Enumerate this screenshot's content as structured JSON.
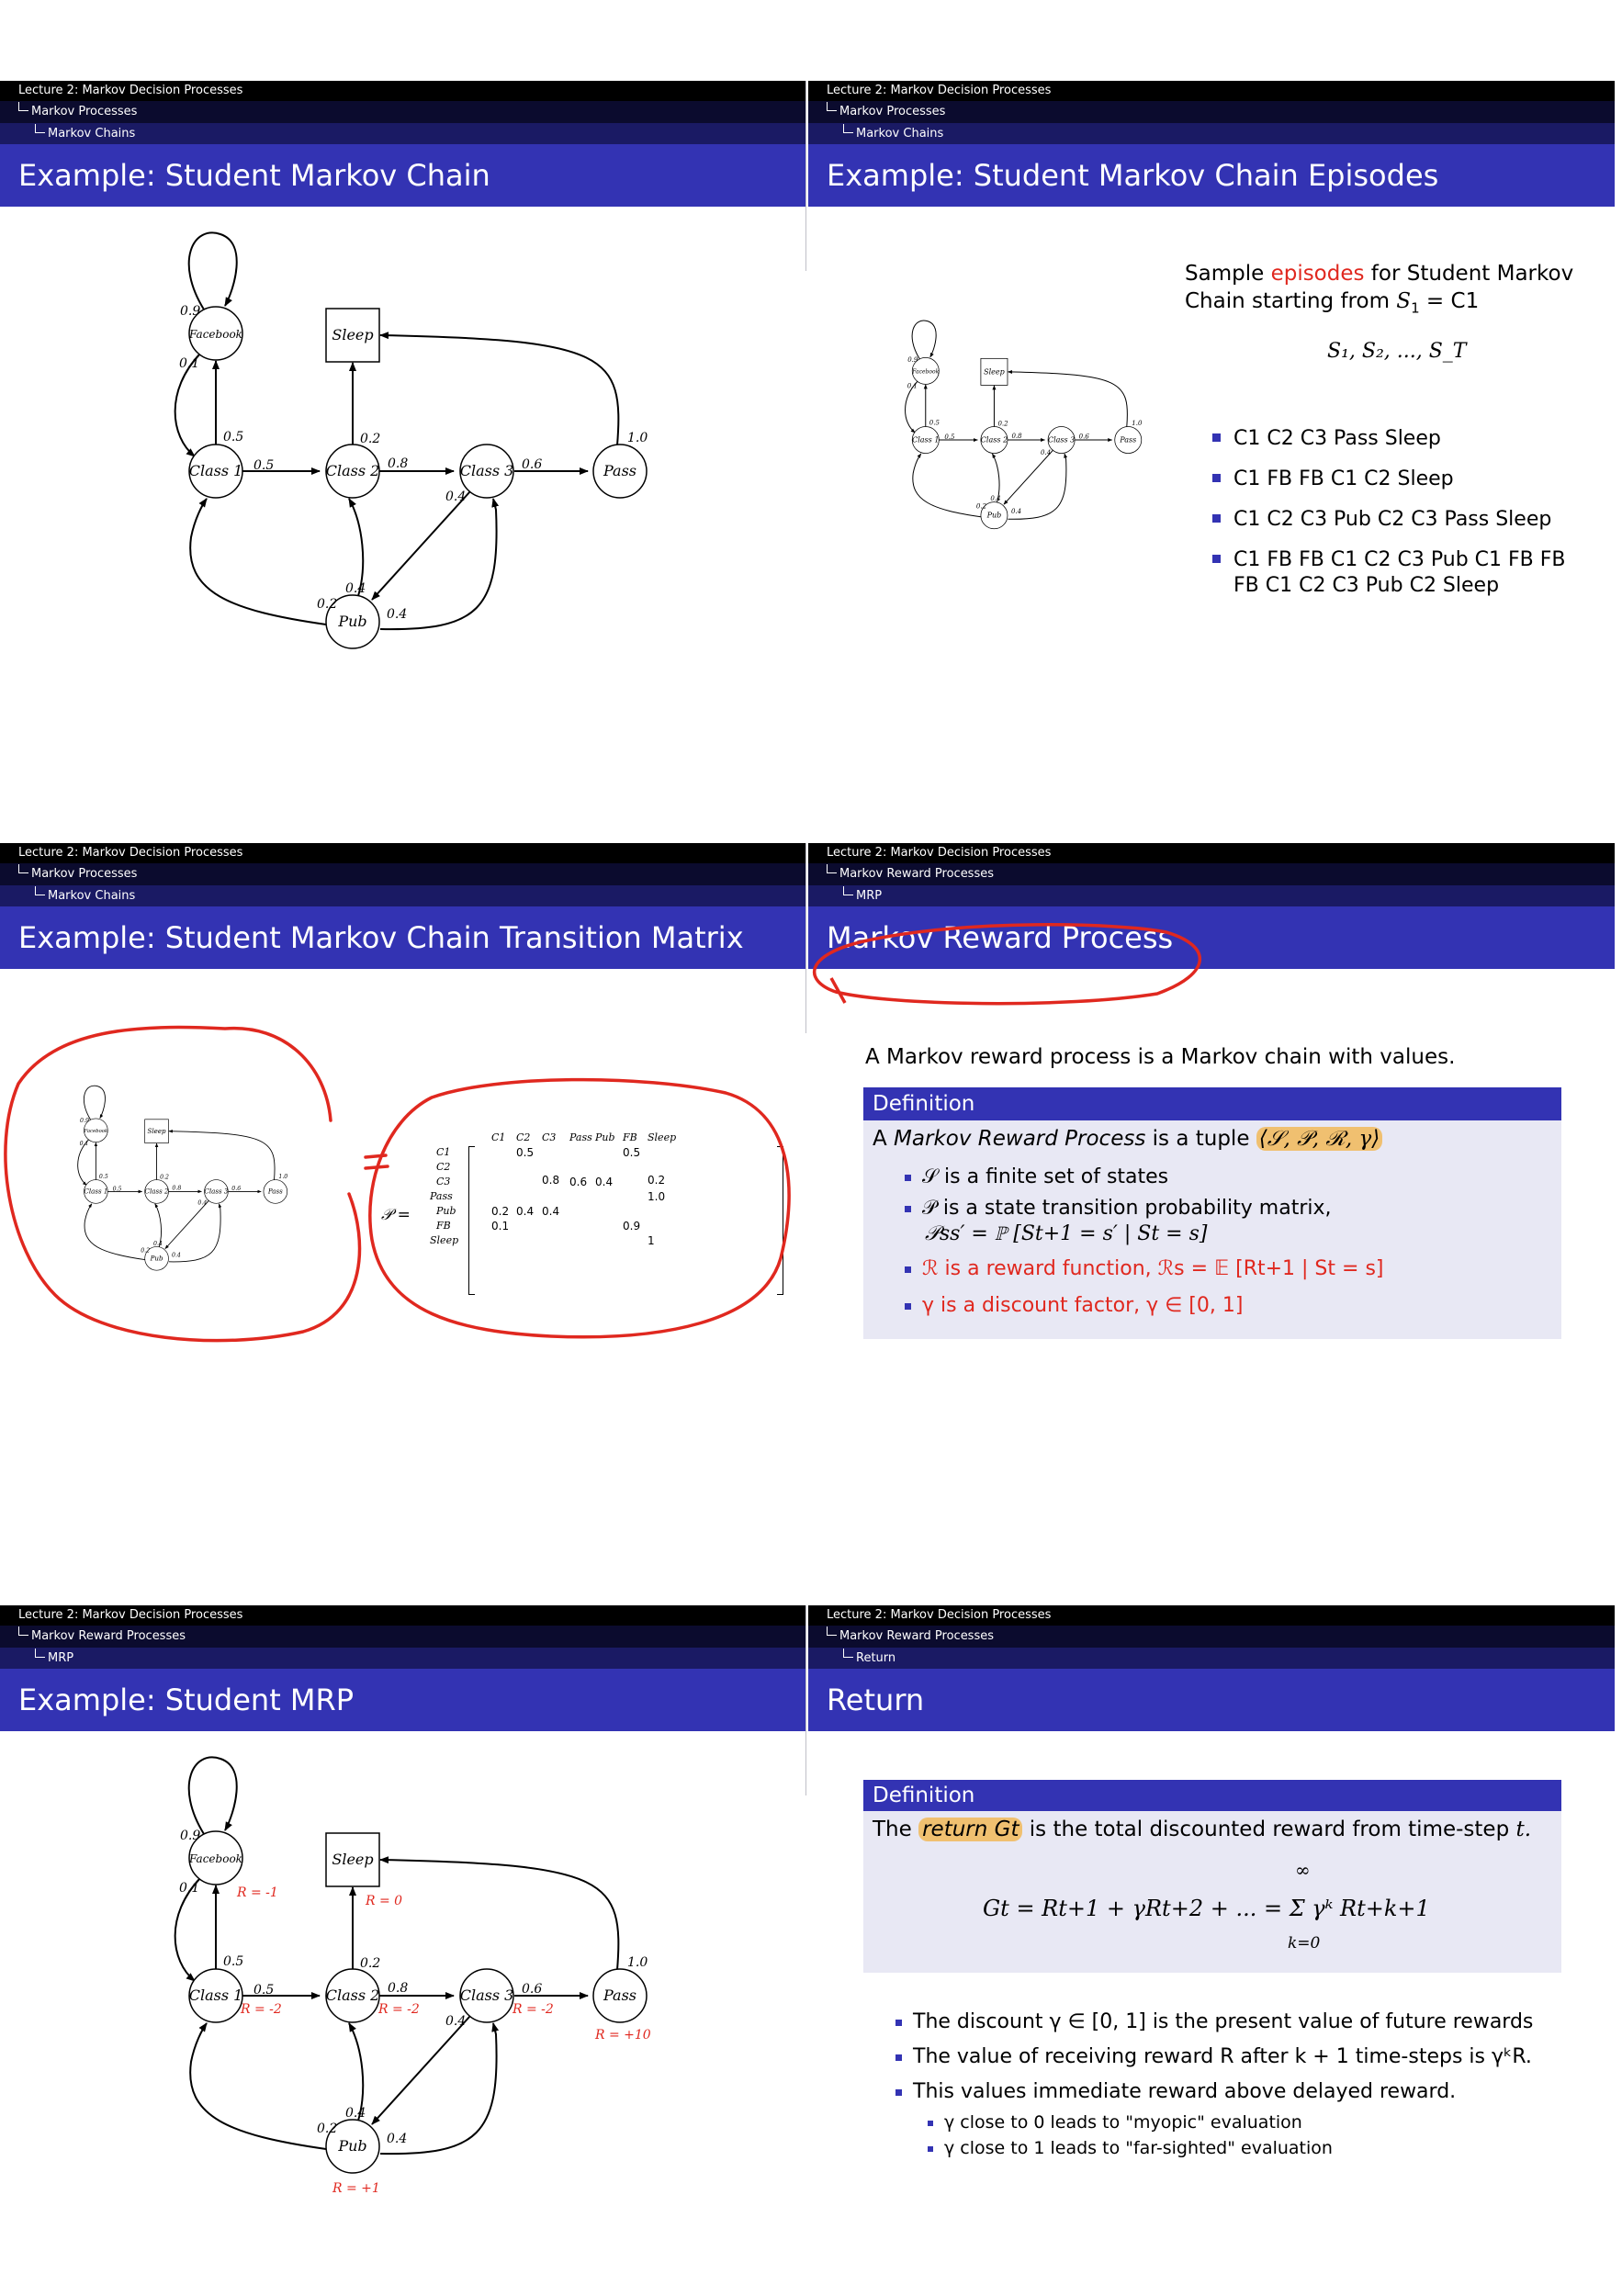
{
  "header": {
    "lecture": "Lecture 2: Markov Decision Processes",
    "mp": "Markov Processes",
    "mc": "Markov Chains",
    "mrp_section": "Markov Reward Processes",
    "mrp": "MRP",
    "return": "Return"
  },
  "slides": {
    "s1": {
      "title": "Example: Student Markov Chain"
    },
    "s2": {
      "title": "Example: Student Markov Chain Episodes",
      "intro_a": "Sample ",
      "intro_red": "episodes",
      "intro_b": " for Student Markov",
      "intro_c": "Chain starting from ",
      "intro_math": "S",
      "intro_sub": "1",
      "intro_eq": " = C1",
      "seq": "S₁, S₂, ..., S_T",
      "episodes": [
        "C1 C2 C3 Pass Sleep",
        "C1 FB FB C1 C2 Sleep",
        "C1 C2 C3 Pub C2 C3 Pass Sleep",
        "C1 FB FB C1 C2 C3 Pub C1 FB FB",
        "FB C1 C2 C3 Pub C2 Sleep"
      ]
    },
    "s3": {
      "title": "Example: Student Markov Chain Transition Matrix",
      "matrix_label": "𝒫 =",
      "cols": [
        "C1",
        "C2",
        "C3",
        "Pass",
        "Pub",
        "FB",
        "Sleep"
      ],
      "rows": [
        {
          "name": "C1",
          "cells": [
            "",
            "0.5",
            "",
            "",
            "",
            "0.5",
            ""
          ]
        },
        {
          "name": "C2",
          "cells": [
            "",
            "",
            "0.8",
            "",
            "",
            "",
            "0.2"
          ]
        },
        {
          "name": "C3",
          "cells": [
            "",
            "",
            "",
            "0.6",
            "0.4",
            "",
            ""
          ]
        },
        {
          "name": "Pass",
          "cells": [
            "",
            "",
            "",
            "",
            "",
            "",
            "1.0"
          ]
        },
        {
          "name": "Pub",
          "cells": [
            "0.2",
            "0.4",
            "0.4",
            "",
            "",
            "",
            ""
          ]
        },
        {
          "name": "FB",
          "cells": [
            "0.1",
            "",
            "",
            "",
            "",
            "0.9",
            ""
          ]
        },
        {
          "name": "Sleep",
          "cells": [
            "",
            "",
            "",
            "",
            "",
            "",
            "1"
          ]
        }
      ]
    },
    "s4": {
      "title": "Markov Reward Process",
      "intro": "A Markov reward process is a Markov chain with values.",
      "def_head": "Definition",
      "def_line_a": "A ",
      "def_line_em": "Markov Reward Process",
      "def_line_b": " is a tuple ",
      "tuple": "⟨𝒮, 𝒫, ℛ, γ⟩",
      "items": [
        "𝒮 is a finite set of states",
        "𝒫 is a state transition probability matrix,",
        "𝒫ss′ = ℙ [St+1 = s′ | St = s]",
        "ℛ is a reward function, ℛs = 𝔼 [Rt+1 | St = s]",
        "γ is a discount factor, γ ∈ [0, 1]"
      ]
    },
    "s5": {
      "title": "Example: Student MRP"
    },
    "s6": {
      "title": "Return",
      "def_head": "Definition",
      "def_a": "The ",
      "def_em": "return Gt",
      "def_b": " is the total discounted reward from time-step ",
      "def_t": "t.",
      "formula": "Gt = Rt+1 + γRt+2 + ... = Σ γᵏ Rt+k+1",
      "sum_top": "∞",
      "sum_bot": "k=0",
      "bullets": [
        "The discount γ ∈ [0, 1] is the present value of future rewards",
        "The value of receiving reward R after k + 1 time-steps is γᵏR.",
        "This values immediate reward above delayed reward."
      ],
      "sub_bullets": [
        "γ close to 0 leads to \"myopic\" evaluation",
        "γ close to 1 leads to \"far-sighted\" evaluation"
      ]
    }
  },
  "graph": {
    "nodes": [
      "Facebook",
      "Sleep",
      "Class 1",
      "Class 2",
      "Class 3",
      "Pass",
      "Pub"
    ],
    "probs": {
      "fb_self": "0.9",
      "fb_c1": "0.1",
      "c1_fb": "0.5",
      "c1_c2": "0.5",
      "c2_sleep": "0.2",
      "c2_c3": "0.8",
      "c3_pass": "0.6",
      "c3_pub": "0.4",
      "pass_sleep": "1.0",
      "pub_c1": "0.2",
      "pub_c2": "0.4",
      "pub_c3": "0.4"
    },
    "rewards": {
      "fb": "R = -1",
      "sleep": "R = 0",
      "c1": "R = -2",
      "c2": "R = -2",
      "c3": "R = -2",
      "pass": "R = +10",
      "pub": "R = +1"
    }
  },
  "colors": {
    "title_bar": "#3333b3",
    "annotation": "#e0281f",
    "highlight": "#f0c070"
  }
}
